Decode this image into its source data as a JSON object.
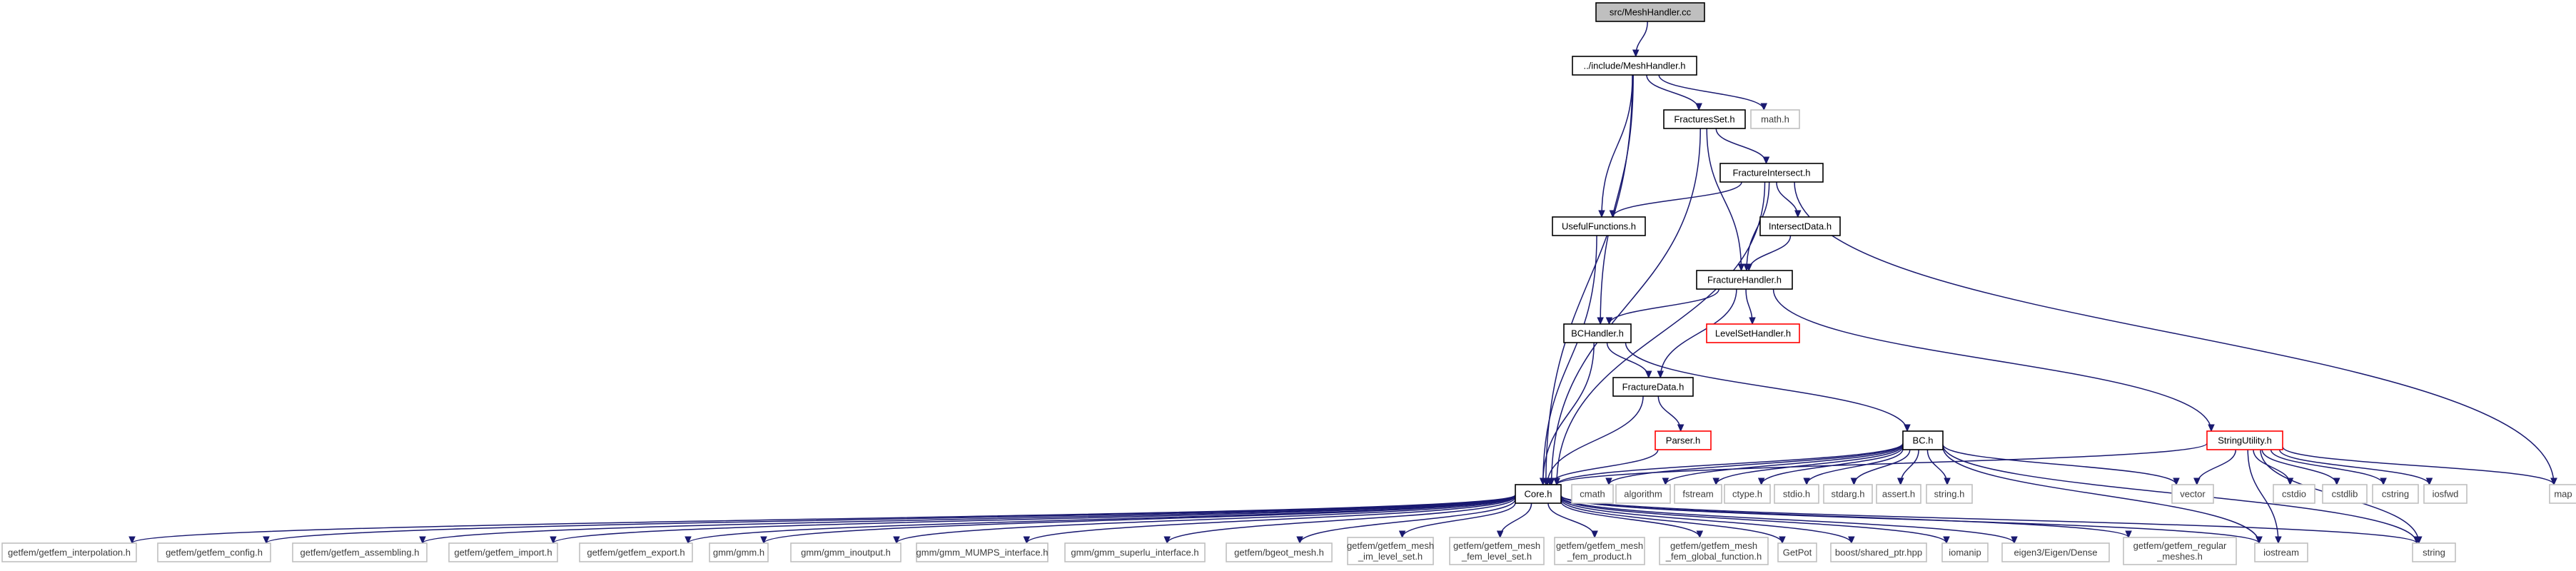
{
  "graph": {
    "colors": {
      "edge": "#191970",
      "node_black": "#000000",
      "node_red": "#ff0000",
      "node_grey": "#bfbfbf",
      "root_fill": "#bfbfbf",
      "background": "#ffffff"
    },
    "nodes": [
      {
        "id": "root",
        "label": "src/MeshHandler.cc",
        "style": "root"
      },
      {
        "id": "mh",
        "label": "../include/MeshHandler.h",
        "style": "black"
      },
      {
        "id": "fs",
        "label": "FracturesSet.h",
        "style": "black"
      },
      {
        "id": "math",
        "label": "math.h",
        "style": "grey"
      },
      {
        "id": "fi",
        "label": "FractureIntersect.h",
        "style": "black"
      },
      {
        "id": "uf",
        "label": "UsefulFunctions.h",
        "style": "black"
      },
      {
        "id": "id",
        "label": "IntersectData.h",
        "style": "black"
      },
      {
        "id": "fh",
        "label": "FractureHandler.h",
        "style": "black"
      },
      {
        "id": "lsh",
        "label": "LevelSetHandler.h",
        "style": "red"
      },
      {
        "id": "bch",
        "label": "BCHandler.h",
        "style": "black"
      },
      {
        "id": "fd",
        "label": "FractureData.h",
        "style": "black"
      },
      {
        "id": "parser",
        "label": "Parser.h",
        "style": "red"
      },
      {
        "id": "bc",
        "label": "BC.h",
        "style": "black"
      },
      {
        "id": "su",
        "label": "StringUtility.h",
        "style": "red"
      },
      {
        "id": "core",
        "label": "Core.h",
        "style": "black"
      },
      {
        "id": "cmath",
        "label": "cmath",
        "style": "grey"
      },
      {
        "id": "algorithm",
        "label": "algorithm",
        "style": "grey"
      },
      {
        "id": "fstream",
        "label": "fstream",
        "style": "grey"
      },
      {
        "id": "ctype",
        "label": "ctype.h",
        "style": "grey"
      },
      {
        "id": "stdio",
        "label": "stdio.h",
        "style": "grey"
      },
      {
        "id": "stdarg",
        "label": "stdarg.h",
        "style": "grey"
      },
      {
        "id": "assert",
        "label": "assert.h",
        "style": "grey"
      },
      {
        "id": "stringh",
        "label": "string.h",
        "style": "grey"
      },
      {
        "id": "vector",
        "label": "vector",
        "style": "grey"
      },
      {
        "id": "cstdio",
        "label": "cstdio",
        "style": "grey"
      },
      {
        "id": "cstdlib",
        "label": "cstdlib",
        "style": "grey"
      },
      {
        "id": "cstring",
        "label": "cstring",
        "style": "grey"
      },
      {
        "id": "iosfwd",
        "label": "iosfwd",
        "style": "grey"
      },
      {
        "id": "map",
        "label": "map",
        "style": "grey"
      },
      {
        "id": "gi",
        "label": "getfem/getfem_interpolation.h",
        "style": "grey"
      },
      {
        "id": "gc",
        "label": "getfem/getfem_config.h",
        "style": "grey"
      },
      {
        "id": "ga",
        "label": "getfem/getfem_assembling.h",
        "style": "grey"
      },
      {
        "id": "gim",
        "label": "getfem/getfem_import.h",
        "style": "grey"
      },
      {
        "id": "gex",
        "label": "getfem/getfem_export.h",
        "style": "grey"
      },
      {
        "id": "gmm",
        "label": "gmm/gmm.h",
        "style": "grey"
      },
      {
        "id": "gmmio",
        "label": "gmm/gmm_inoutput.h",
        "style": "grey"
      },
      {
        "id": "gmmmumps",
        "label": "gmm/gmm_MUMPS_interface.h",
        "style": "grey"
      },
      {
        "id": "gmmsuperlu",
        "label": "gmm/gmm_superlu_interface.h",
        "style": "grey"
      },
      {
        "id": "bgeot",
        "label": "getfem/bgeot_mesh.h",
        "style": "grey"
      },
      {
        "id": "gmim",
        "label": [
          "getfem/getfem_mesh",
          "_im_level_set.h"
        ],
        "style": "grey"
      },
      {
        "id": "gmfls",
        "label": [
          "getfem/getfem_mesh",
          "_fem_level_set.h"
        ],
        "style": "grey"
      },
      {
        "id": "gmfp",
        "label": [
          "getfem/getfem_mesh",
          "_fem_product.h"
        ],
        "style": "grey"
      },
      {
        "id": "gmfgf",
        "label": [
          "getfem/getfem_mesh",
          "_fem_global_function.h"
        ],
        "style": "grey"
      },
      {
        "id": "getpot",
        "label": "GetPot",
        "style": "grey"
      },
      {
        "id": "boost",
        "label": "boost/shared_ptr.hpp",
        "style": "grey"
      },
      {
        "id": "iomanip",
        "label": "iomanip",
        "style": "grey"
      },
      {
        "id": "eigen",
        "label": "eigen3/Eigen/Dense",
        "style": "grey"
      },
      {
        "id": "grm",
        "label": [
          "getfem/getfem_regular",
          "_meshes.h"
        ],
        "style": "grey"
      },
      {
        "id": "iostream",
        "label": "iostream",
        "style": "grey"
      },
      {
        "id": "string",
        "label": "string",
        "style": "grey"
      }
    ],
    "edges": [
      [
        "root",
        "mh"
      ],
      [
        "mh",
        "fs"
      ],
      [
        "mh",
        "math"
      ],
      [
        "mh",
        "uf"
      ],
      [
        "mh",
        "bch"
      ],
      [
        "mh",
        "core"
      ],
      [
        "fs",
        "fi"
      ],
      [
        "fs",
        "fh"
      ],
      [
        "fs",
        "core"
      ],
      [
        "fi",
        "uf"
      ],
      [
        "fi",
        "id"
      ],
      [
        "fi",
        "fh"
      ],
      [
        "fi",
        "core"
      ],
      [
        "fi",
        "map"
      ],
      [
        "uf",
        "core"
      ],
      [
        "id",
        "fh"
      ],
      [
        "fh",
        "lsh"
      ],
      [
        "fh",
        "bch"
      ],
      [
        "fh",
        "fd"
      ],
      [
        "fh",
        "su"
      ],
      [
        "bch",
        "fd"
      ],
      [
        "bch",
        "bc"
      ],
      [
        "bch",
        "core"
      ],
      [
        "fd",
        "parser"
      ],
      [
        "fd",
        "core"
      ],
      [
        "parser",
        "core"
      ],
      [
        "bc",
        "core"
      ],
      [
        "bc",
        "cmath"
      ],
      [
        "bc",
        "algorithm"
      ],
      [
        "bc",
        "fstream"
      ],
      [
        "bc",
        "ctype"
      ],
      [
        "bc",
        "stdio"
      ],
      [
        "bc",
        "stdarg"
      ],
      [
        "bc",
        "assert"
      ],
      [
        "bc",
        "stringh"
      ],
      [
        "bc",
        "vector"
      ],
      [
        "bc",
        "iostream"
      ],
      [
        "bc",
        "string"
      ],
      [
        "su",
        "core"
      ],
      [
        "su",
        "vector"
      ],
      [
        "su",
        "cstdio"
      ],
      [
        "su",
        "cstdlib"
      ],
      [
        "su",
        "cstring"
      ],
      [
        "su",
        "iosfwd"
      ],
      [
        "su",
        "map"
      ],
      [
        "su",
        "iostream"
      ],
      [
        "su",
        "string"
      ],
      [
        "core",
        "gi"
      ],
      [
        "core",
        "gc"
      ],
      [
        "core",
        "ga"
      ],
      [
        "core",
        "gim"
      ],
      [
        "core",
        "gex"
      ],
      [
        "core",
        "gmm"
      ],
      [
        "core",
        "gmmio"
      ],
      [
        "core",
        "gmmmumps"
      ],
      [
        "core",
        "gmmsuperlu"
      ],
      [
        "core",
        "bgeot"
      ],
      [
        "core",
        "gmim"
      ],
      [
        "core",
        "gmfls"
      ],
      [
        "core",
        "gmfp"
      ],
      [
        "core",
        "gmfgf"
      ],
      [
        "core",
        "getpot"
      ],
      [
        "core",
        "boost"
      ],
      [
        "core",
        "iomanip"
      ],
      [
        "core",
        "eigen"
      ],
      [
        "core",
        "grm"
      ],
      [
        "core",
        "iostream"
      ],
      [
        "core",
        "string"
      ]
    ]
  }
}
